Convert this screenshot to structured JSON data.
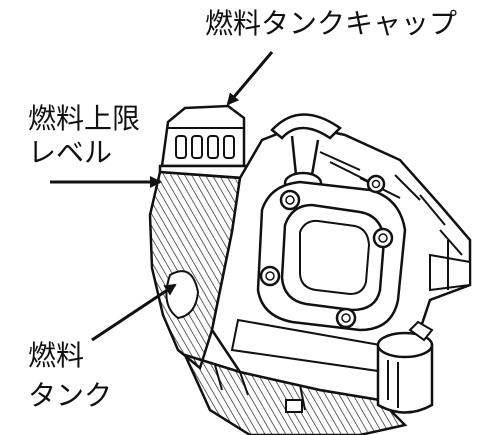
{
  "labels": {
    "fuel_cap": "燃料タンクキャップ",
    "upper_limit_line1": "燃料上限",
    "upper_limit_line2": "レベル",
    "tank_line1": "燃料",
    "tank_line2": "タンク"
  },
  "colors": {
    "line": "#111111",
    "background": "#ffffff"
  }
}
